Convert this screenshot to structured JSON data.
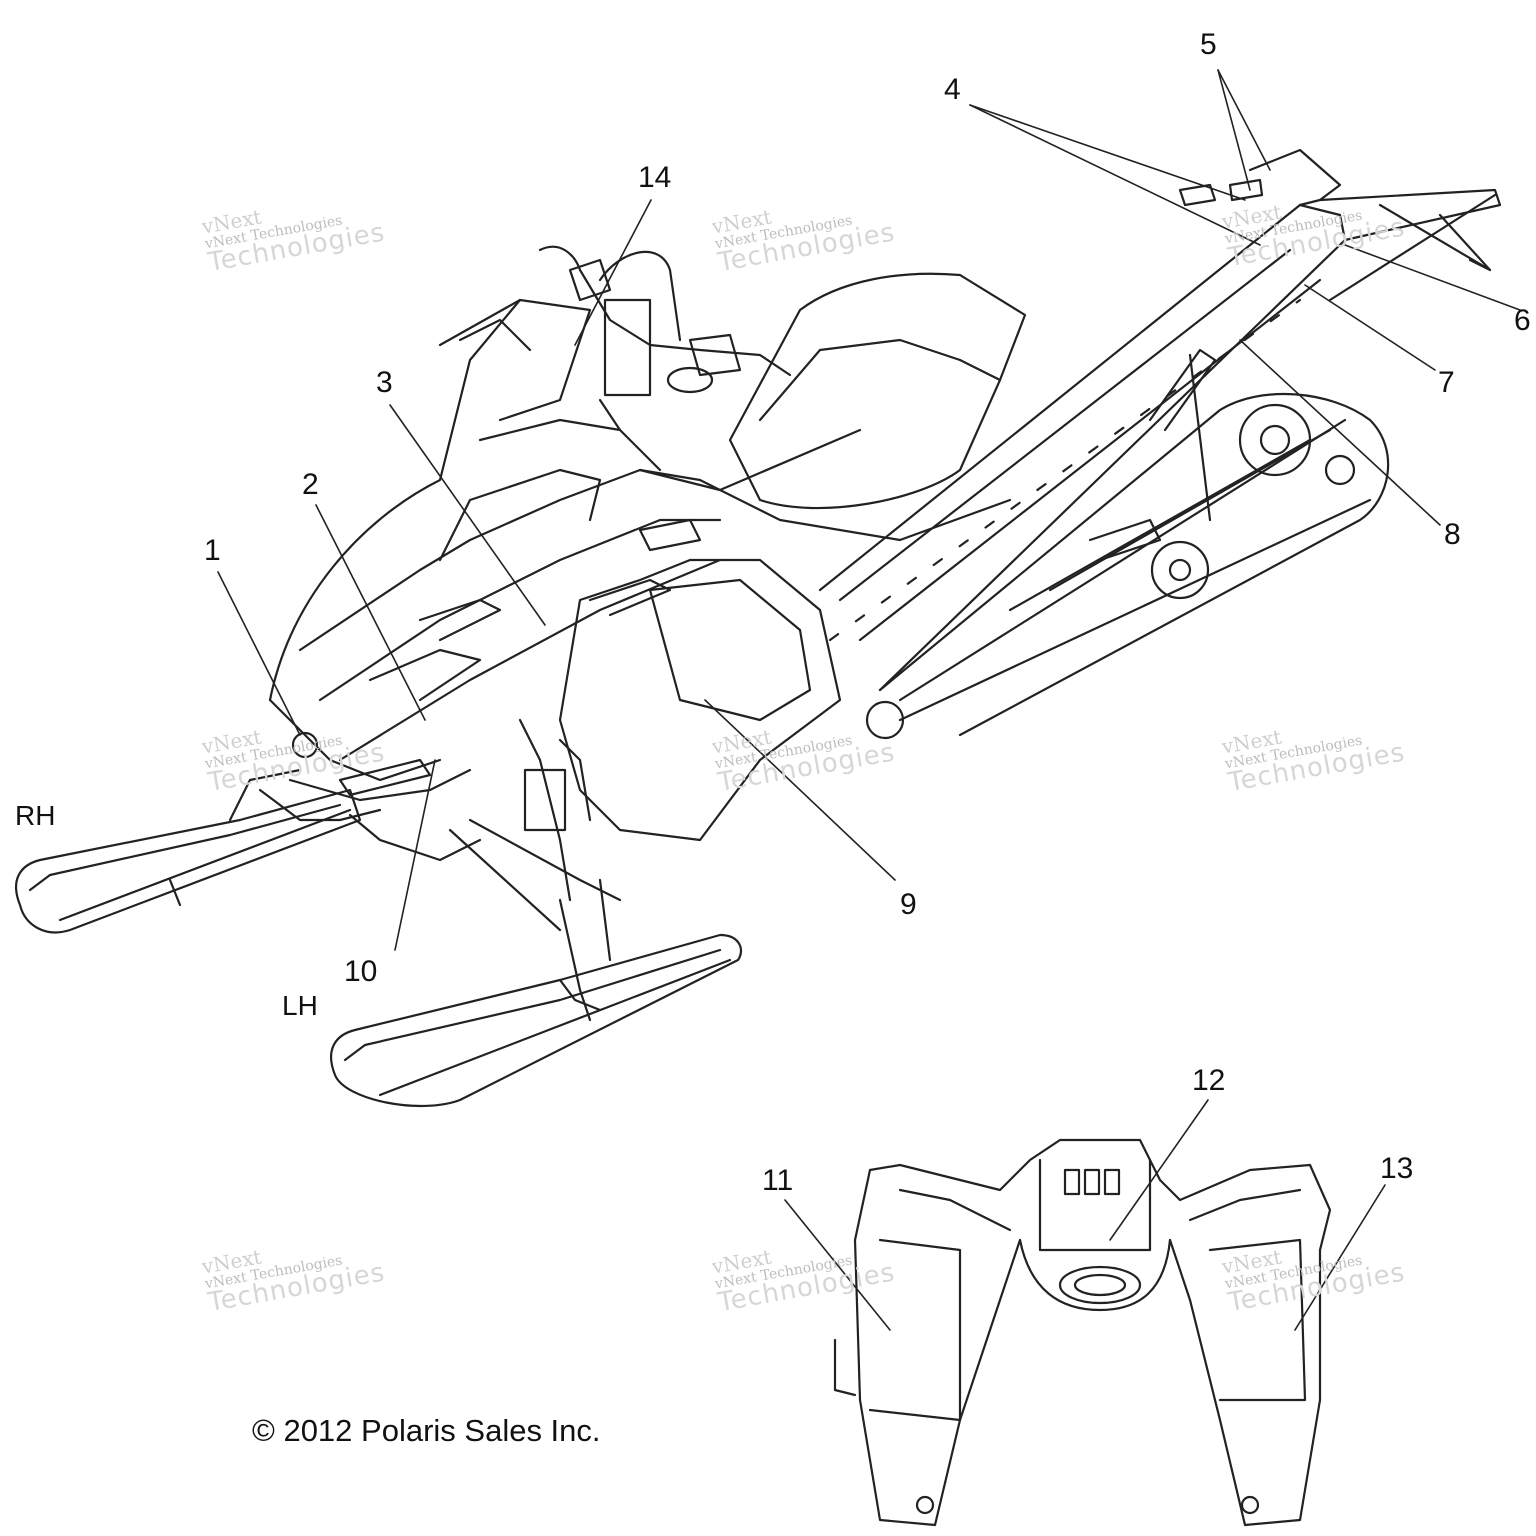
{
  "diagram": {
    "callouts": [
      "1",
      "2",
      "3",
      "4",
      "5",
      "6",
      "7",
      "8",
      "9",
      "10",
      "11",
      "12",
      "13",
      "14"
    ],
    "side_labels": {
      "right": "RH",
      "left": "LH"
    },
    "copyright": "© 2012 Polaris Sales Inc."
  },
  "watermark": {
    "line1": "vNext",
    "line2": "vNext Technologies",
    "line3": "Technologies"
  }
}
